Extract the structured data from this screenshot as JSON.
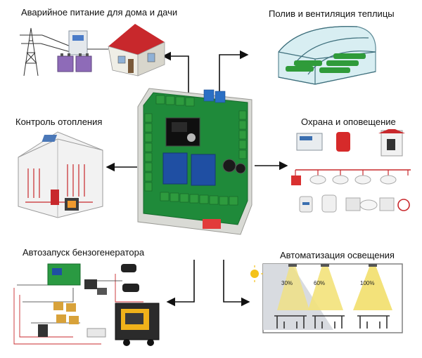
{
  "labels": {
    "power": "Аварийное питание для дома и дачи",
    "greenhouse": "Полив и вентиляция теплицы",
    "heating": "Контроль отопления",
    "security": "Охрана и оповещение",
    "generator": "Автозапуск бензогенератора",
    "lighting": "Автоматизация освещения"
  },
  "lighting_levels": [
    "30%",
    "60%",
    "100%"
  ],
  "colors": {
    "board": "#1f8a3a",
    "board_dark": "#166b2c",
    "terminal_green": "#2e9b3e",
    "terminal_blue": "#2a6fc4",
    "relay": "#1f4fa3",
    "arrow": "#111111",
    "roof_red": "#c8282c",
    "lamp_yellow": "#f3e27a"
  },
  "icons": {
    "power": "power-pylon-house-icon",
    "greenhouse": "greenhouse-icon",
    "heating": "heating-house-icon",
    "security": "security-sensors-icon",
    "generator": "generator-wiring-icon",
    "lighting": "room-lighting-icon",
    "controller": "controller-board-icon"
  }
}
